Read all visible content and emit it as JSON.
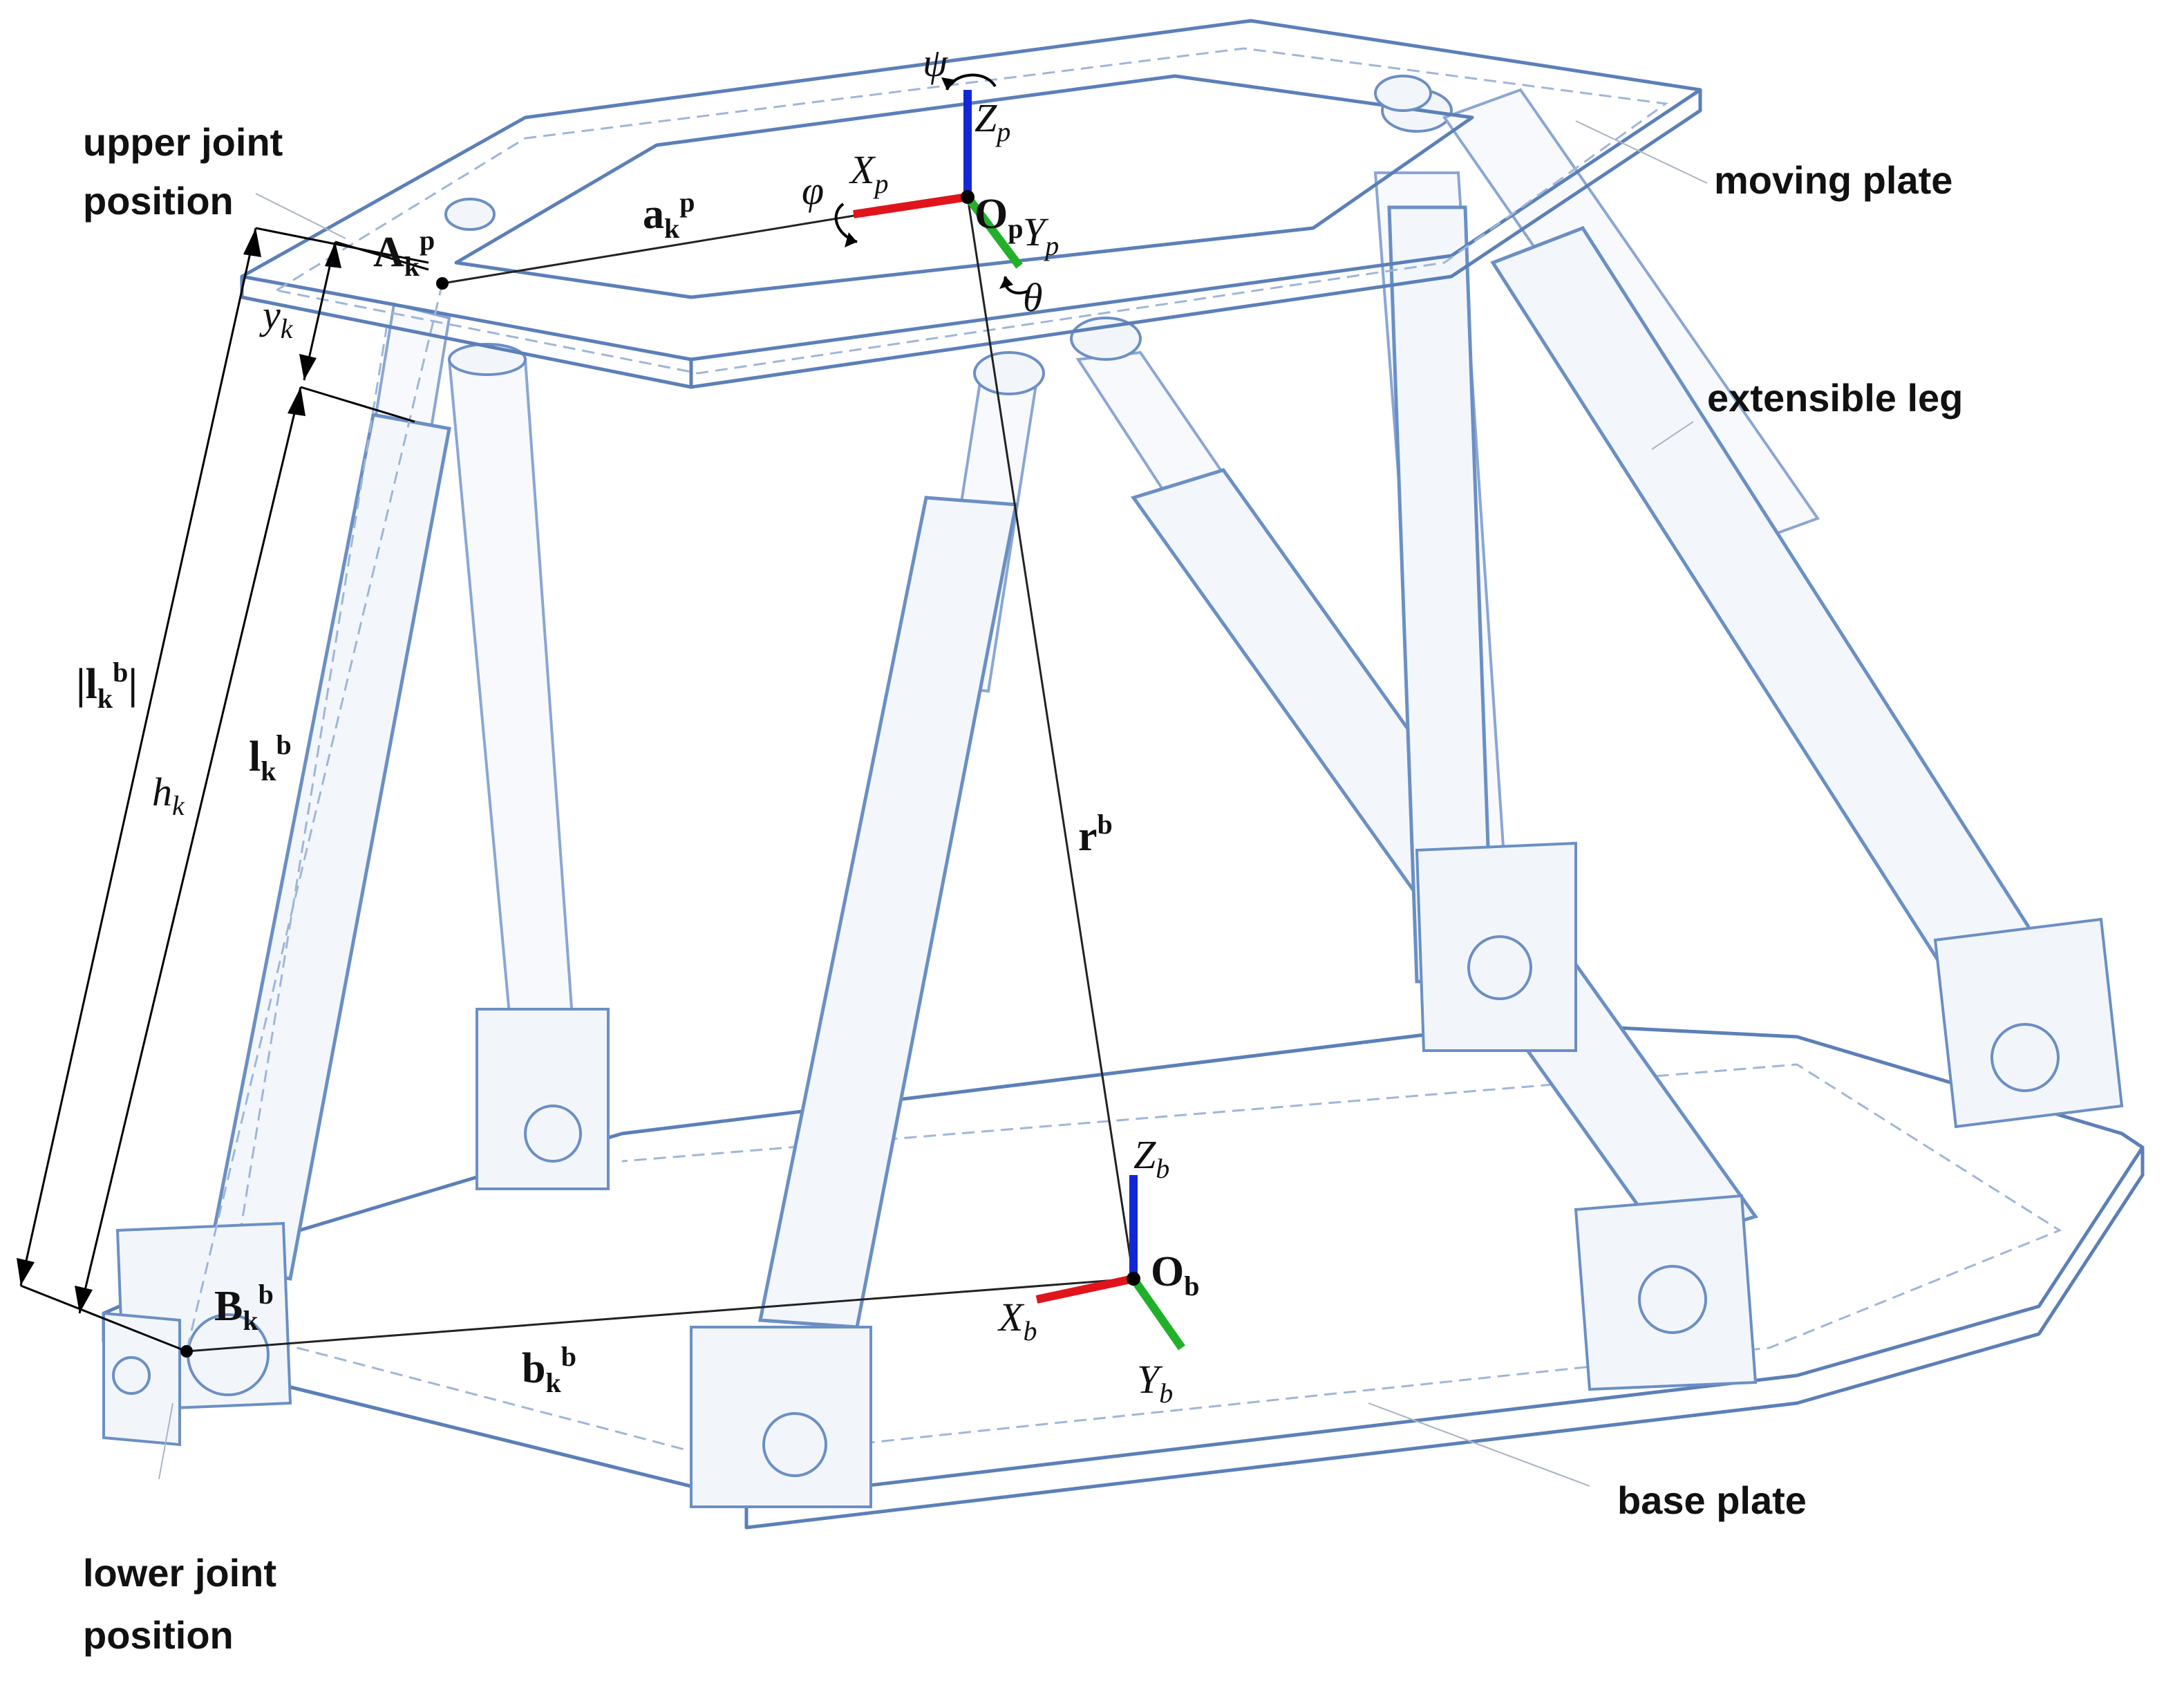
{
  "labels": {
    "upper_joint_line1": "upper joint",
    "upper_joint_line2": "position",
    "moving_plate": "moving plate",
    "extensible_leg": "extensible leg",
    "base_plate": "base plate",
    "lower_joint_line1": "lower joint",
    "lower_joint_line2": "position"
  },
  "symbols": {
    "psi": "ψ",
    "phi": "φ",
    "theta": "θ",
    "Zp": "Z",
    "Zp_sub": "p",
    "Xp": "X",
    "Xp_sub": "p",
    "Yp": "Y",
    "Yp_sub": "p",
    "Op": "O",
    "Op_sub": "p",
    "ak": "a",
    "ak_sub": "k",
    "ak_sup": "p",
    "Ak": "A",
    "Ak_sub": "k",
    "Ak_sup": "p",
    "yk": "y",
    "yk_sub": "k",
    "lk_abs_open": "|l",
    "lk_abs_sub": "k",
    "lk_abs_sup": "b",
    "lk_abs_close": "|",
    "hk": "h",
    "hk_sub": "k",
    "lk": "l",
    "lk_sub": "k",
    "lk_sup": "b",
    "rb": "r",
    "rb_sup": "b",
    "Zb": "Z",
    "Zb_sub": "b",
    "Xb": "X",
    "Xb_sub": "b",
    "Yb": "Y",
    "Yb_sub": "b",
    "Ob": "O",
    "Ob_sub": "b",
    "Bk": "B",
    "Bk_sub": "k",
    "Bk_sup": "b",
    "bk": "b",
    "bk_sub": "k",
    "bk_sup": "b"
  },
  "colors": {
    "axis_x": "#e0141b",
    "axis_y": "#22b02a",
    "axis_z": "#1228d6",
    "structure": "#5b7fb8"
  }
}
